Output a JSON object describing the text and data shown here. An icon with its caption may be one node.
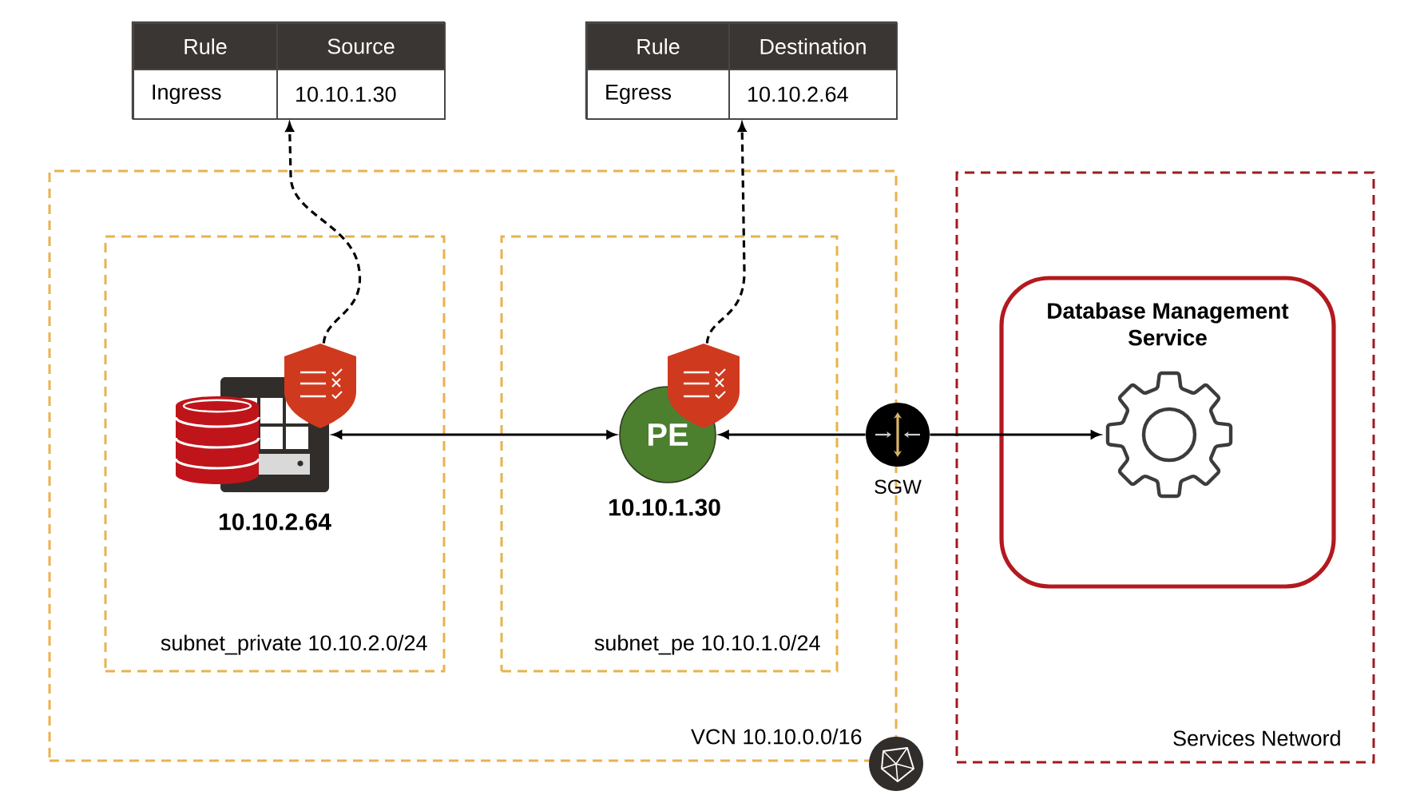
{
  "diagram": {
    "nodes": [
      {
        "text": [
          "Rule",
          "Source",
          "Ingress",
          "10.10.1.30"
        ]
      },
      {
        "text": [
          "Rule",
          "Destination",
          "Egress",
          "10.10.2.64"
        ]
      },
      {
        "text": [
          "VCN 10.10.0.0/16"
        ]
      },
      {
        "text": [
          "subnet_private 10.10.2.0/24"
        ],
        "in": 2
      },
      {
        "text": [],
        "shape": "picture",
        "in": 3,
        "beside": [
          "10.10.2.64"
        ]
      },
      {
        "text": [],
        "shape": "picture",
        "in": 3
      },
      {
        "text": [
          "subnet_pe 10.10.1.0/24"
        ],
        "in": 2
      },
      {
        "text": [
          "PE"
        ],
        "in": 6,
        "beside": [
          "10.10.1.30"
        ]
      },
      {
        "text": [],
        "shape": "picture",
        "in": 6
      },
      {
        "text": [],
        "shape": "circle",
        "beside": [
          "SGW"
        ]
      },
      {
        "text": [
          "Services Netword"
        ]
      },
      {
        "text": [
          "Database Management Service"
        ],
        "in": 10
      },
      {
        "text": [],
        "shape": "picture",
        "in": 11
      }
    ],
    "edges": [
      {
        "from": 5,
        "to": 0,
        "arrow": "to",
        "style": "dashed"
      },
      {
        "from": 8,
        "to": 1,
        "arrow": "to",
        "style": "dashed"
      },
      {
        "from": 4,
        "to": 7,
        "arrow": "both"
      },
      {
        "from": 9,
        "to": 7,
        "arrow": "to"
      },
      {
        "from": 9,
        "to": 12,
        "arrow": "to"
      }
    ]
  }
}
